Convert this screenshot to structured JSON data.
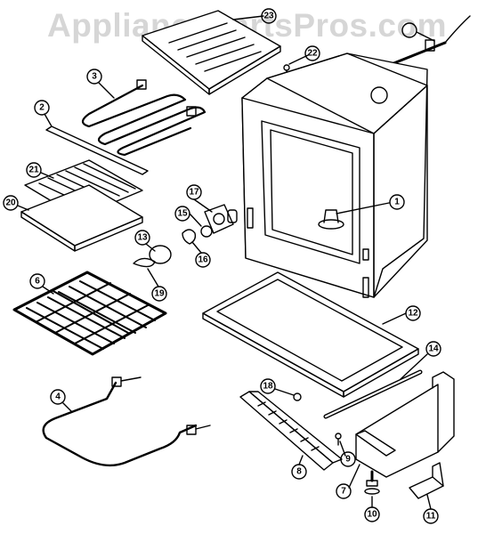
{
  "watermark": "AppliancePartsPros.com",
  "callouts": [
    "1",
    "2",
    "3",
    "4",
    "6",
    "7",
    "8",
    "9",
    "10",
    "11",
    "12",
    "13",
    "14",
    "15",
    "16",
    "17",
    "18",
    "19",
    "20",
    "21",
    "22",
    "23"
  ],
  "colors": {
    "line": "#000000",
    "background": "#ffffff",
    "watermark": "#d6d6d6"
  }
}
